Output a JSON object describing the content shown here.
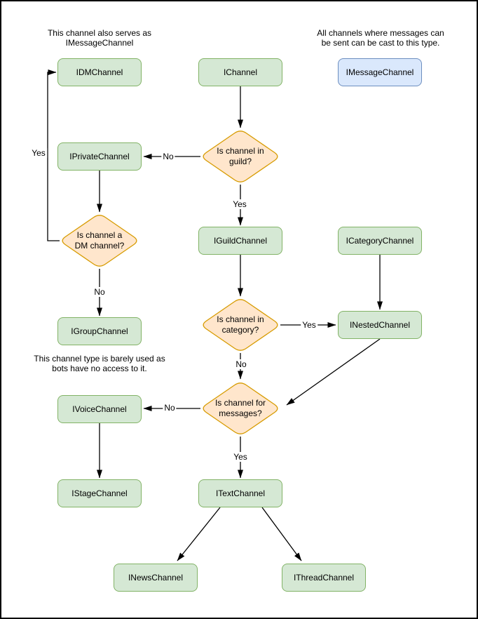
{
  "diagram": {
    "colors": {
      "background": "#ffffff",
      "border_color": "#000000",
      "text_color": "#000000",
      "node_fill_green": "#d5e8d4",
      "node_border_green": "#82b366",
      "node_fill_blue": "#dae8fc",
      "node_border_blue": "#6c8ebf",
      "decision_fill": "#ffe6cc",
      "decision_border": "#d79b00",
      "edge_color": "#000000"
    },
    "notes": [
      {
        "text": "This channel also serves as\nIMessageChannel"
      },
      {
        "text": "All channels where messages can\nbe sent can be cast to this type."
      },
      {
        "text": "This channel type is barely used as\nbots have no access to it."
      }
    ],
    "nodes": [
      {
        "id": "idmchannel",
        "label": "IDMChannel",
        "kind": "green"
      },
      {
        "id": "ichannel",
        "label": "IChannel",
        "kind": "green"
      },
      {
        "id": "imessagechannel",
        "label": "IMessageChannel",
        "kind": "blue"
      },
      {
        "id": "iprivatechannel",
        "label": "IPrivateChannel",
        "kind": "green"
      },
      {
        "id": "iguildchannel",
        "label": "IGuildChannel",
        "kind": "green"
      },
      {
        "id": "icategorychannel",
        "label": "ICategoryChannel",
        "kind": "green"
      },
      {
        "id": "igroupchannel",
        "label": "IGroupChannel",
        "kind": "green"
      },
      {
        "id": "inestedchannel",
        "label": "INestedChannel",
        "kind": "green"
      },
      {
        "id": "ivoicechannel",
        "label": "IVoiceChannel",
        "kind": "green"
      },
      {
        "id": "istagechannel",
        "label": "IStageChannel",
        "kind": "green"
      },
      {
        "id": "itextchannel",
        "label": "ITextChannel",
        "kind": "green"
      },
      {
        "id": "inewschannel",
        "label": "INewsChannel",
        "kind": "green"
      },
      {
        "id": "ithreadchannel",
        "label": "IThreadChannel",
        "kind": "green"
      }
    ],
    "decisions": [
      {
        "id": "guild",
        "label": "Is channel in\nguild?"
      },
      {
        "id": "dm",
        "label": "Is channel a\nDM channel?"
      },
      {
        "id": "category",
        "label": "Is channel in\ncategory?"
      },
      {
        "id": "messages",
        "label": "Is channel for\nmessages?"
      }
    ],
    "edge_labels": [
      {
        "id": "guild-no",
        "text": "No"
      },
      {
        "id": "guild-yes",
        "text": "Yes"
      },
      {
        "id": "dm-yes",
        "text": "Yes"
      },
      {
        "id": "dm-no",
        "text": "No"
      },
      {
        "id": "category-yes",
        "text": "Yes"
      },
      {
        "id": "category-no",
        "text": "No"
      },
      {
        "id": "messages-no",
        "text": "No"
      },
      {
        "id": "messages-yes",
        "text": "Yes"
      }
    ]
  }
}
